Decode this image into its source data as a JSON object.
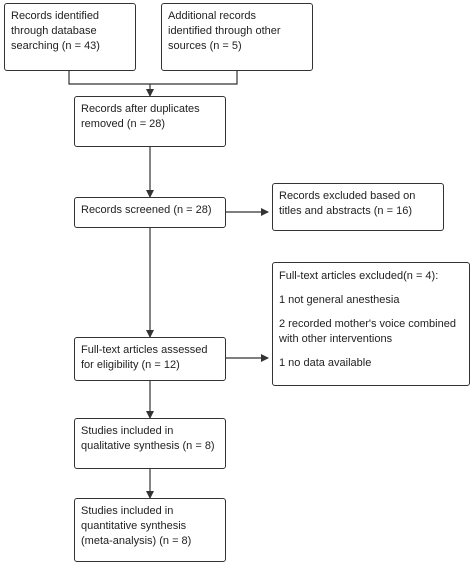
{
  "colors": {
    "stroke": "#333333",
    "text": "#222222",
    "background": "#ffffff"
  },
  "boxes": {
    "identified_db": {
      "lines": [
        "Records identified",
        "through database",
        "searching (n = 43)"
      ]
    },
    "identified_other": {
      "lines": [
        "Additional records",
        "identified through other",
        "sources (n = 5)"
      ]
    },
    "after_duplicates": {
      "lines": [
        "Records after duplicates",
        "removed (n = 28)"
      ]
    },
    "screened": {
      "lines": [
        "Records screened (n = 28)"
      ]
    },
    "excluded_titles": {
      "lines": [
        "Records excluded based on",
        "titles and abstracts (n = 16)"
      ]
    },
    "fulltext_assessed": {
      "lines": [
        "Full-text articles assessed",
        "for eligibility (n = 12)"
      ]
    },
    "fulltext_excluded": {
      "heading": "Full-text articles excluded(n = 4):",
      "reasons": [
        "1 not general anesthesia",
        "2 recorded mother's voice combined",
        "with other interventions",
        "1 no data available"
      ]
    },
    "qualitative": {
      "lines": [
        "Studies included in",
        "qualitative synthesis (n = 8)"
      ]
    },
    "quantitative": {
      "lines": [
        "Studies included in",
        "quantitative synthesis",
        "(meta-analysis) (n = 8)"
      ]
    }
  }
}
